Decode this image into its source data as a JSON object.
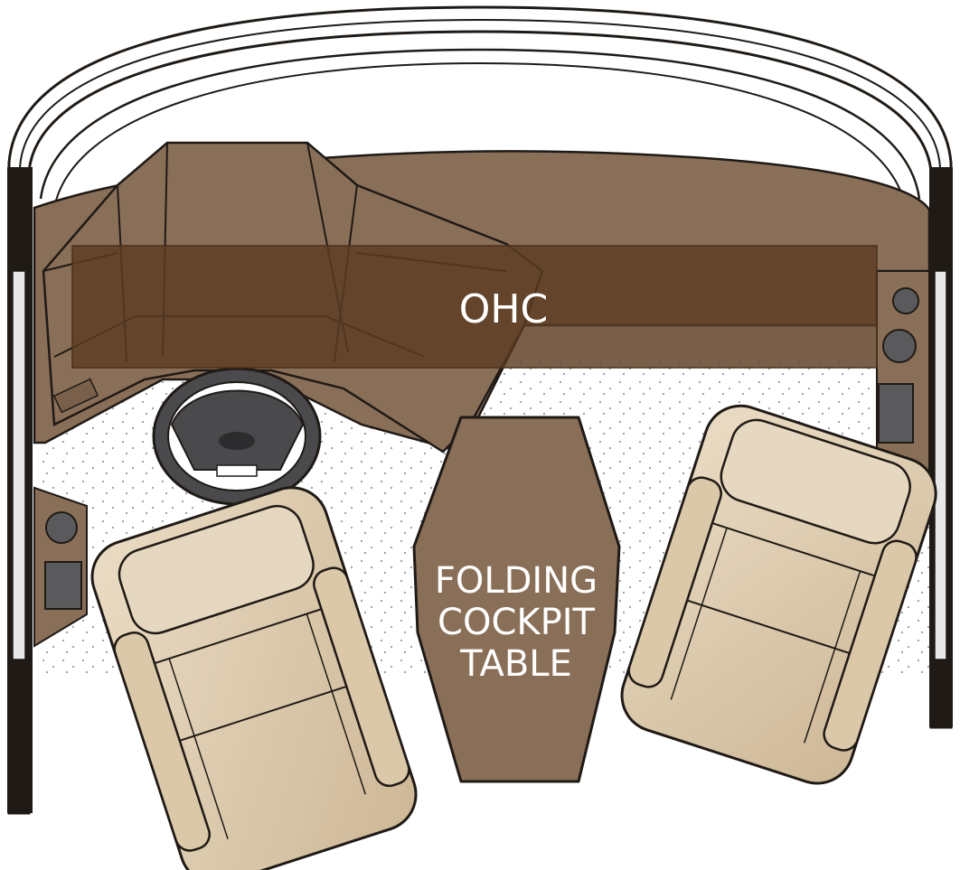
{
  "labels": {
    "ohc": "OHC",
    "table_line1": "FOLDING",
    "table_line2": "COCKPIT",
    "table_line3": "TABLE"
  },
  "colors": {
    "console_brown": "#8a6f58",
    "console_dark": "#6f5542",
    "ohc_overlay": "#5b3c22",
    "seat_tan": "#d8c6a8",
    "seat_light": "#e6d8c0",
    "floor": "#ffffff",
    "outline": "#1f1a16",
    "wheel": "#4a4a4c"
  }
}
